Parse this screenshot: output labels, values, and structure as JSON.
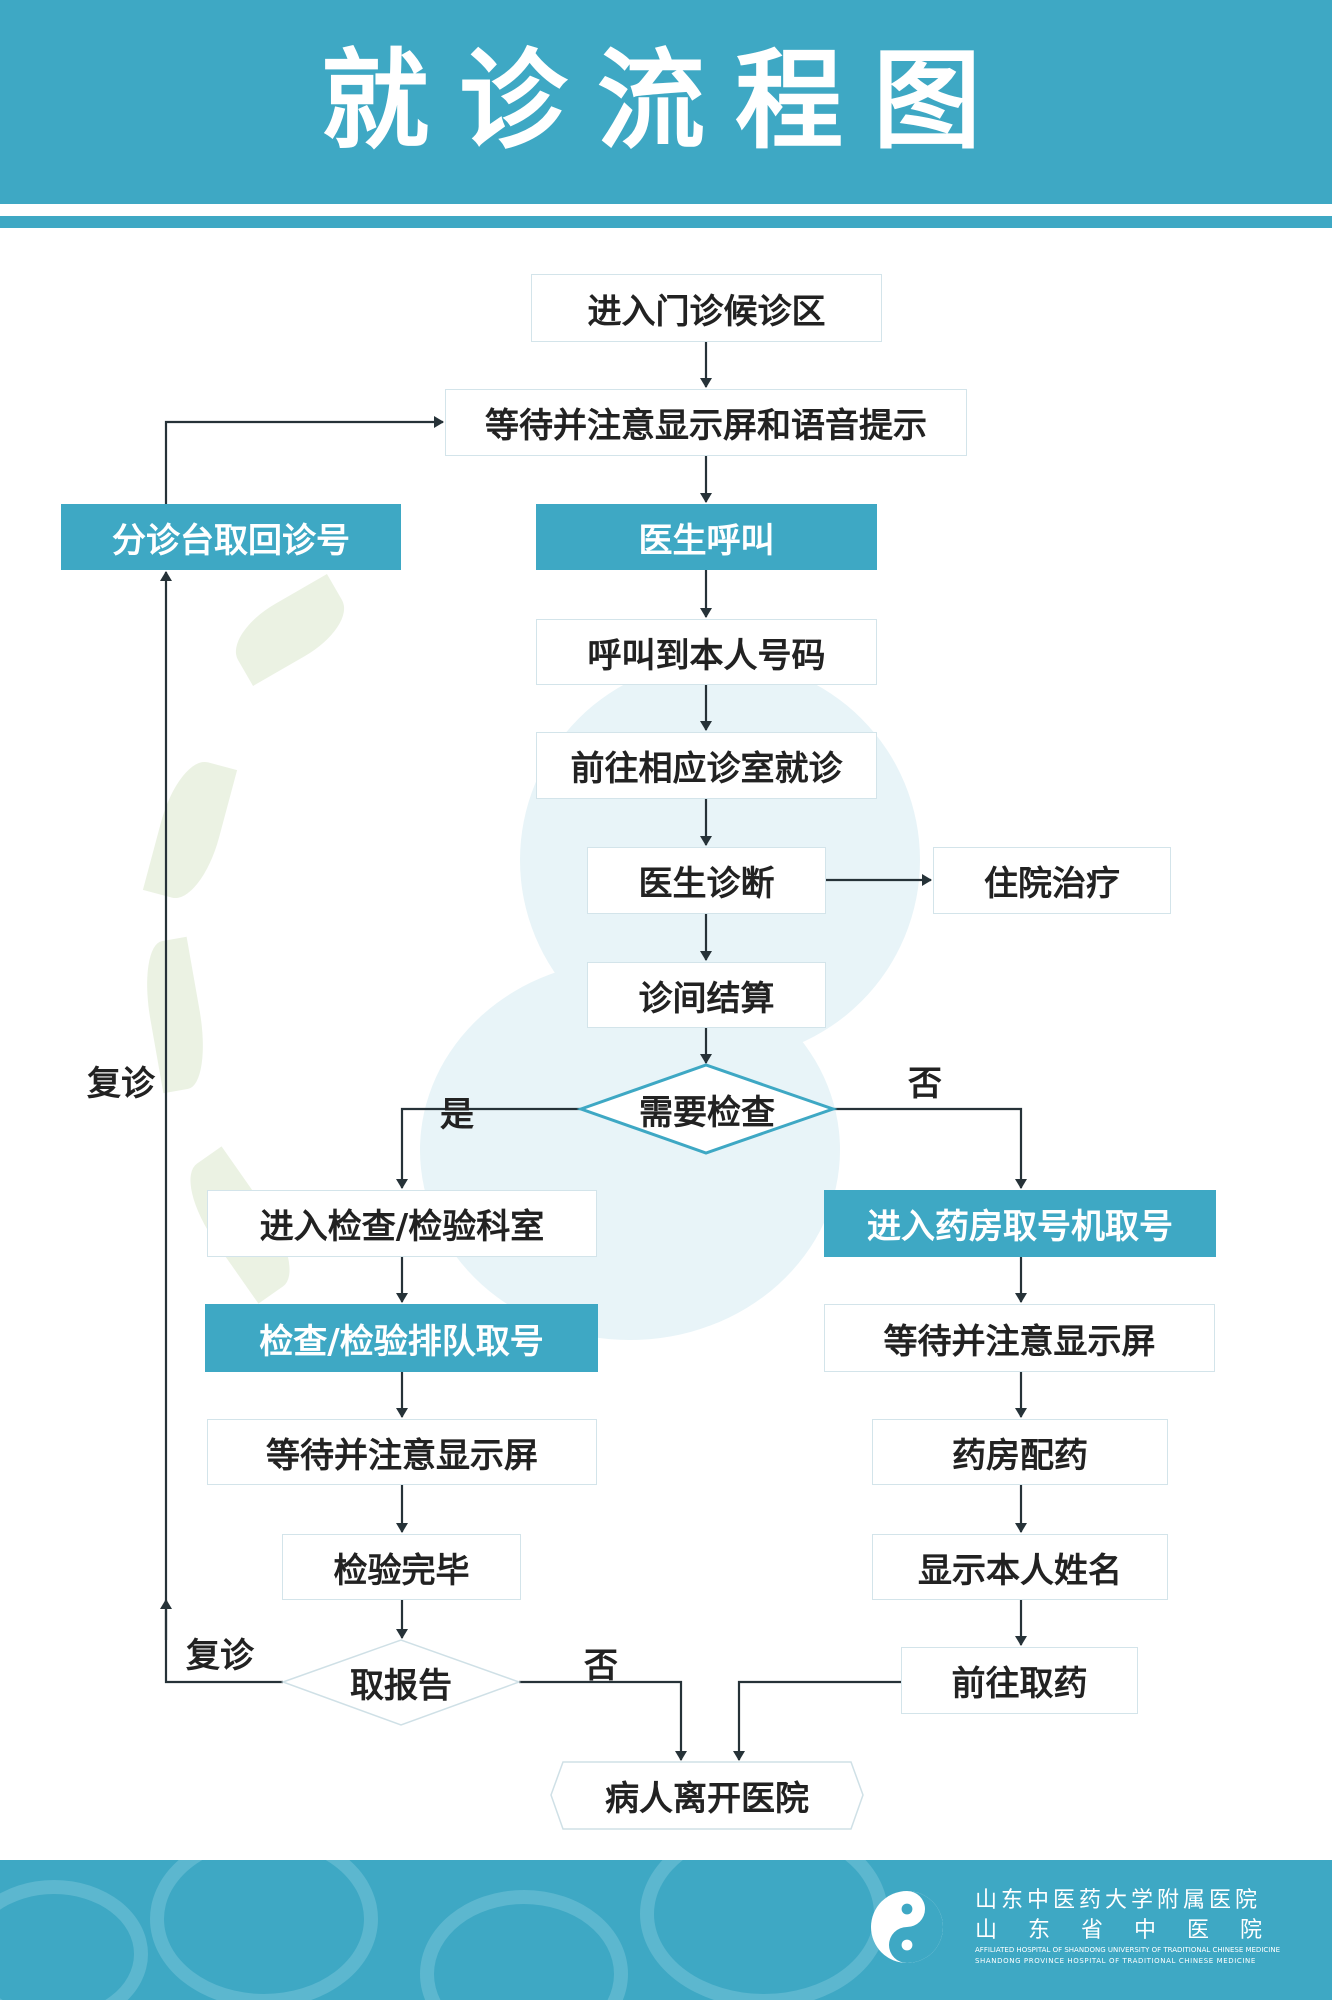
{
  "title": "就诊流程图",
  "colors": {
    "accent": "#3ea8c4",
    "text": "#222222",
    "arrow": "#263238"
  },
  "nodes": {
    "enter_waiting": "进入门诊候诊区",
    "wait_screen_voice": "等待并注意显示屏和语音提示",
    "triage_recall": "分诊台取回诊号",
    "doctor_call": "医生呼叫",
    "call_my_number": "呼叫到本人号码",
    "go_consult_room": "前往相应诊室就诊",
    "diagnosis": "医生诊断",
    "hospitalization": "住院治疗",
    "settlement": "诊间结算",
    "need_exam": "需要检查",
    "enter_exam_dept": "进入检查/检验科室",
    "pharmacy_ticket": "进入药房取号机取号",
    "exam_queue": "检查/检验排队取号",
    "pharmacy_wait_screen": "等待并注意显示屏",
    "exam_wait_screen": "等待并注意显示屏",
    "dispense": "药房配药",
    "exam_done": "检验完毕",
    "show_name": "显示本人姓名",
    "get_report": "取报告",
    "get_medicine": "前往取药",
    "leave": "病人离开医院"
  },
  "edge_labels": {
    "revisit_top": "复诊",
    "yes": "是",
    "no_right": "否",
    "revisit_bottom": "复诊",
    "no_bottom": "否"
  },
  "footer": {
    "logo_cn_line1": "山东中医药大学附属医院",
    "logo_cn_line2": "山东省中医院",
    "logo_en_line1": "AFFILIATED HOSPITAL OF SHANDONG UNIVERSITY OF TRADITIONAL CHINESE MEDICINE",
    "logo_en_line2": "SHANDONG PROVINCE HOSPITAL OF TRADITIONAL CHINESE MEDICINE"
  }
}
